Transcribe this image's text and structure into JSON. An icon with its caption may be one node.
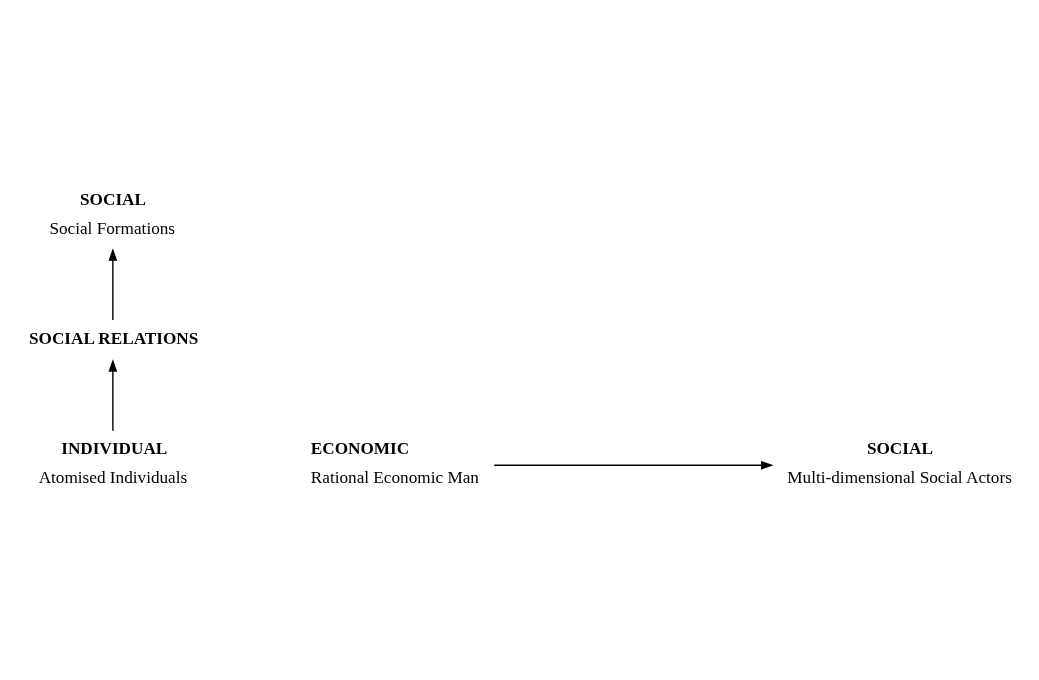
{
  "diagram": {
    "nodes": [
      {
        "text": [
          "SOCIAL",
          "Social Formations"
        ]
      },
      {
        "text": [
          "SOCIAL RELATIONS"
        ]
      },
      {
        "text": [
          "INDIVIDUAL",
          "Atomised Individuals"
        ]
      },
      {
        "text": [
          "ECONOMIC",
          "Rational Economic Man"
        ]
      },
      {
        "text": [
          "SOCIAL",
          "Multi-dimensional Social Actors"
        ]
      }
    ],
    "edges": [
      {
        "from": 2,
        "to": 1,
        "arrow": "to"
      },
      {
        "from": 1,
        "to": 0,
        "arrow": "to"
      },
      {
        "from": 3,
        "to": 4,
        "arrow": "to"
      }
    ]
  }
}
